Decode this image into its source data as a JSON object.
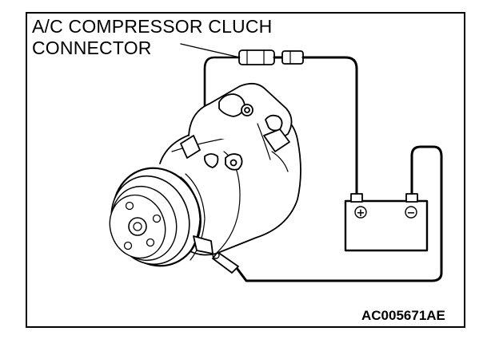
{
  "callout": {
    "line1": "A/C COMPRESSOR CLUCH",
    "line2": "CONNECTOR"
  },
  "figure_id": "AC005671AE",
  "battery": {
    "positive_symbol": "+",
    "negative_symbol": "−"
  },
  "icons": [
    "ac-compressor-drawing",
    "clutch-connector",
    "battery-icon",
    "positive-terminal-icon",
    "negative-terminal-icon"
  ]
}
